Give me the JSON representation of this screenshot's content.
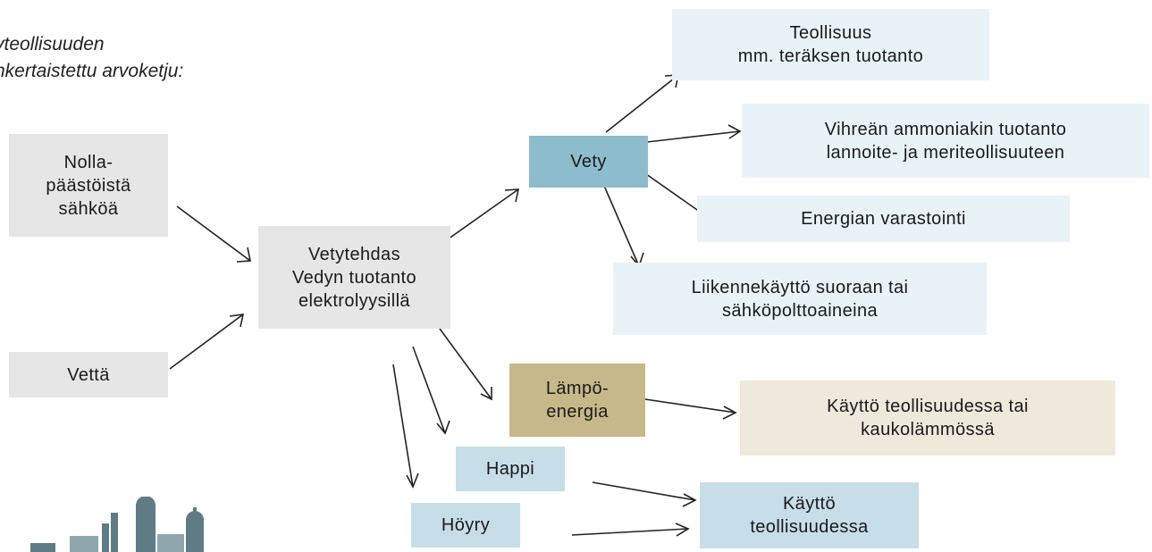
{
  "title": {
    "line1": "yteollisuuden",
    "line2": "nkertaistettu arvoketju:"
  },
  "nodes": {
    "electricity": [
      "Nolla-",
      "päästöistä",
      "sähköä"
    ],
    "water": [
      "Vettä"
    ],
    "plant": [
      "Vetytehdas",
      "Vedyn tuotanto",
      "elektrolyysillä"
    ],
    "hydrogen": [
      "Vety"
    ],
    "industry": [
      "Teollisuus",
      "mm. teräksen tuotanto"
    ],
    "ammonia": [
      "Vihreän ammoniakin tuotanto",
      "lannoite- ja meriteollisuuteen"
    ],
    "storage": [
      "Energian varastointi"
    ],
    "traffic": [
      "Liikennekäyttö suoraan tai",
      "sähköpolttoaineina"
    ],
    "heat": [
      "Lämpö-",
      "energia"
    ],
    "heat_use": [
      "Käyttö teollisuudessa tai",
      "kaukolämmössä"
    ],
    "oxygen": [
      "Happi"
    ],
    "steam": [
      "Höyry"
    ],
    "industry_use": [
      "Käyttö",
      "teollisuudessa"
    ]
  },
  "colors": {
    "grey_box": "#e6e6e6",
    "light_blue_box": "#e9f2f6",
    "mid_blue_box": "#c7dee9",
    "dark_blue_box": "#8dbccd",
    "tan_box": "#c7b88a",
    "cream_box": "#efe9dc",
    "factory_illustration": "#5f7b86"
  },
  "icons": [
    "factory-illustration"
  ]
}
